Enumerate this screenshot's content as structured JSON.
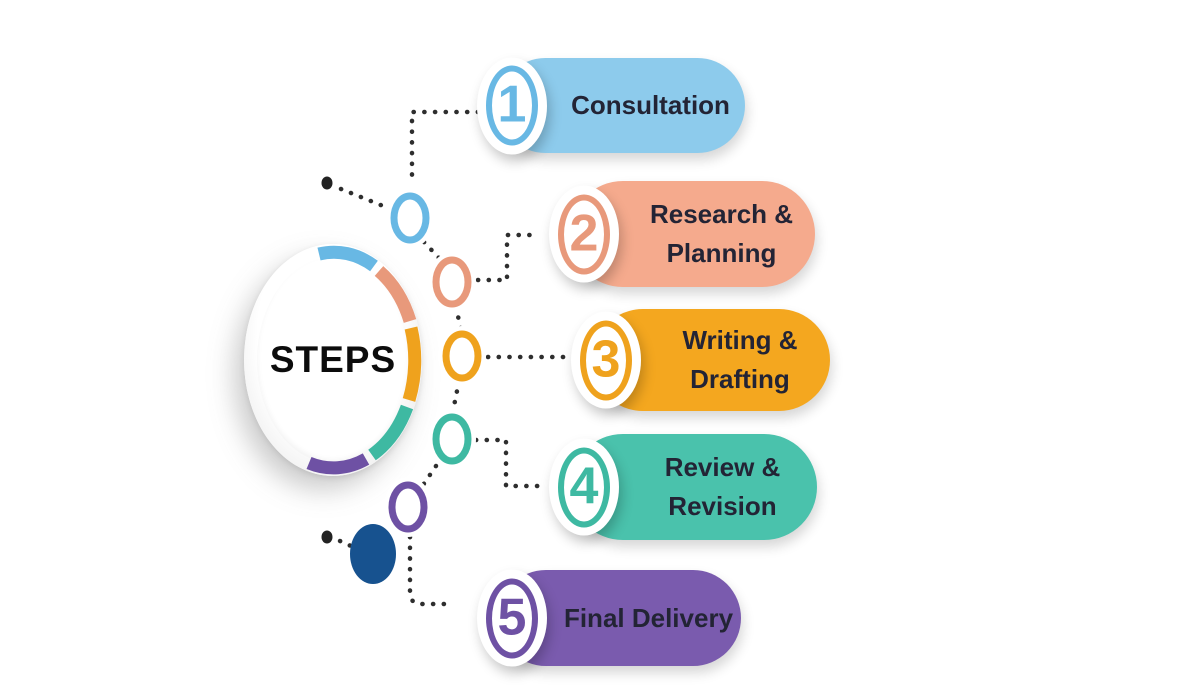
{
  "hub": {
    "label": "STEPS",
    "dot_color": "#17528f",
    "text_color": "#0c0c0c"
  },
  "connector_color": "#2e2e2e",
  "background": "#ffffff",
  "steps": [
    {
      "number": "1",
      "line1": "Consultation",
      "line2": "",
      "colors": {
        "pill": "#8dcbec",
        "accent": "#68b8e4"
      }
    },
    {
      "number": "2",
      "line1": "Research &",
      "line2": "Planning",
      "colors": {
        "pill": "#f5aa8d",
        "accent": "#e8997b"
      }
    },
    {
      "number": "3",
      "line1": "Writing &",
      "line2": "Drafting",
      "colors": {
        "pill": "#f4a71f",
        "accent": "#efa21d"
      }
    },
    {
      "number": "4",
      "line1": "Review &",
      "line2": "Revision",
      "colors": {
        "pill": "#4ac2ac",
        "accent": "#3eb9a2"
      }
    },
    {
      "number": "5",
      "line1": "Final Delivery",
      "line2": "",
      "colors": {
        "pill": "#7a5bae",
        "accent": "#6e51a4"
      }
    }
  ]
}
